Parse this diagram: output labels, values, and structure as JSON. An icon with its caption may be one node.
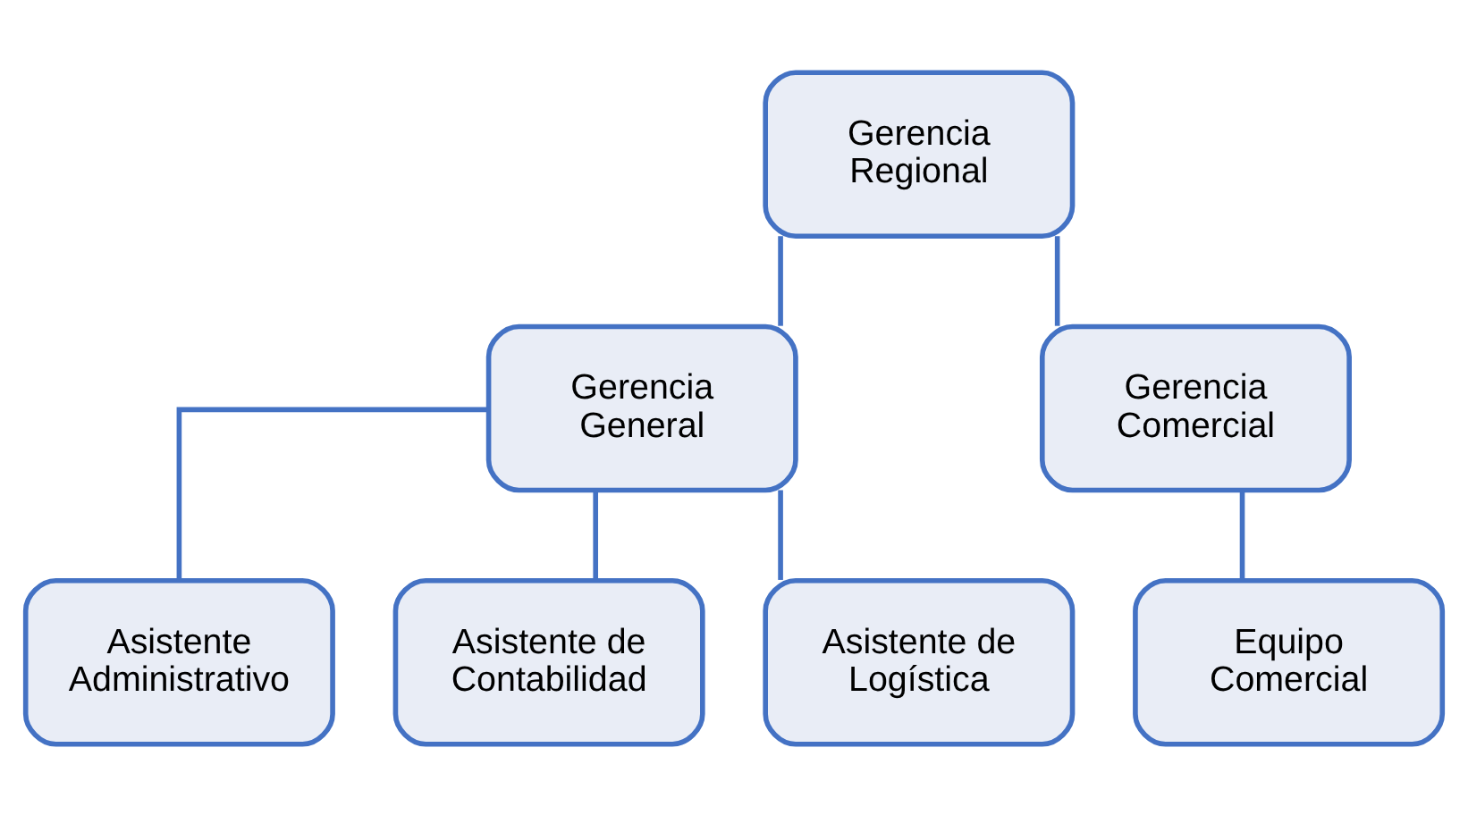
{
  "diagram": {
    "nodes": [
      {
        "text": [
          "Gerencia Regional"
        ]
      },
      {
        "text": [
          "Gerencia General"
        ]
      },
      {
        "text": [
          "Gerencia Comercial"
        ]
      },
      {
        "text": [
          "Asistente Administrativo"
        ]
      },
      {
        "text": [
          "Asistente de Contabilidad"
        ]
      },
      {
        "text": [
          "Asistente de Logística"
        ]
      },
      {
        "text": [
          "Equipo Comercial"
        ]
      }
    ],
    "edges": [
      {
        "from": 0,
        "to": 1,
        "arrow": "none"
      },
      {
        "from": 0,
        "to": 2,
        "arrow": "none"
      },
      {
        "from": 1,
        "to": 3,
        "arrow": "none"
      },
      {
        "from": 1,
        "to": 4,
        "arrow": "none"
      },
      {
        "from": 1,
        "to": 5,
        "arrow": "none"
      },
      {
        "from": 2,
        "to": 6,
        "arrow": "none"
      }
    ]
  }
}
